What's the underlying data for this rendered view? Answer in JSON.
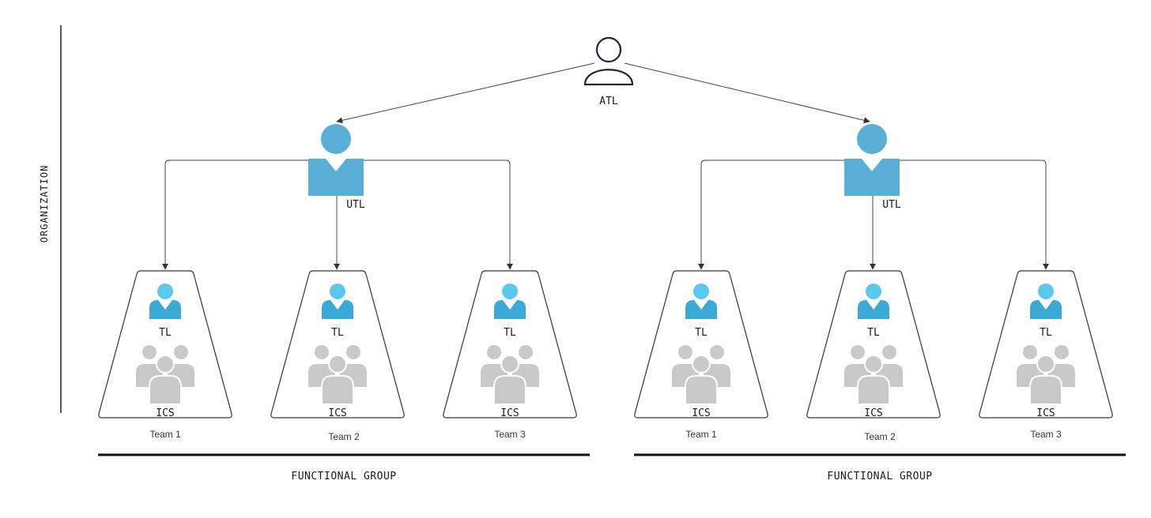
{
  "organization_label": "ORGANIZATION",
  "top": {
    "label": "ATL"
  },
  "groups": [
    {
      "utl_label": "UTL",
      "group_label": "FUNCTIONAL GROUP",
      "teams": [
        {
          "lead_label": "TL",
          "members_label": "ICS",
          "name": "Team 1"
        },
        {
          "lead_label": "TL",
          "members_label": "ICS",
          "name": "Team 2"
        },
        {
          "lead_label": "TL",
          "members_label": "ICS",
          "name": "Team 3"
        }
      ]
    },
    {
      "utl_label": "UTL",
      "group_label": "FUNCTIONAL GROUP",
      "teams": [
        {
          "lead_label": "TL",
          "members_label": "ICS",
          "name": "Team 1"
        },
        {
          "lead_label": "TL",
          "members_label": "ICS",
          "name": "Team 2"
        },
        {
          "lead_label": "TL",
          "members_label": "ICS",
          "name": "Team 3"
        }
      ]
    }
  ],
  "colors": {
    "utl_blue": "#5aafd8",
    "tl_blue": "#5bc8ee",
    "tl_blue_dark": "#3ba9d6",
    "members_gray": "#c9c9c9",
    "line": "#444444"
  }
}
